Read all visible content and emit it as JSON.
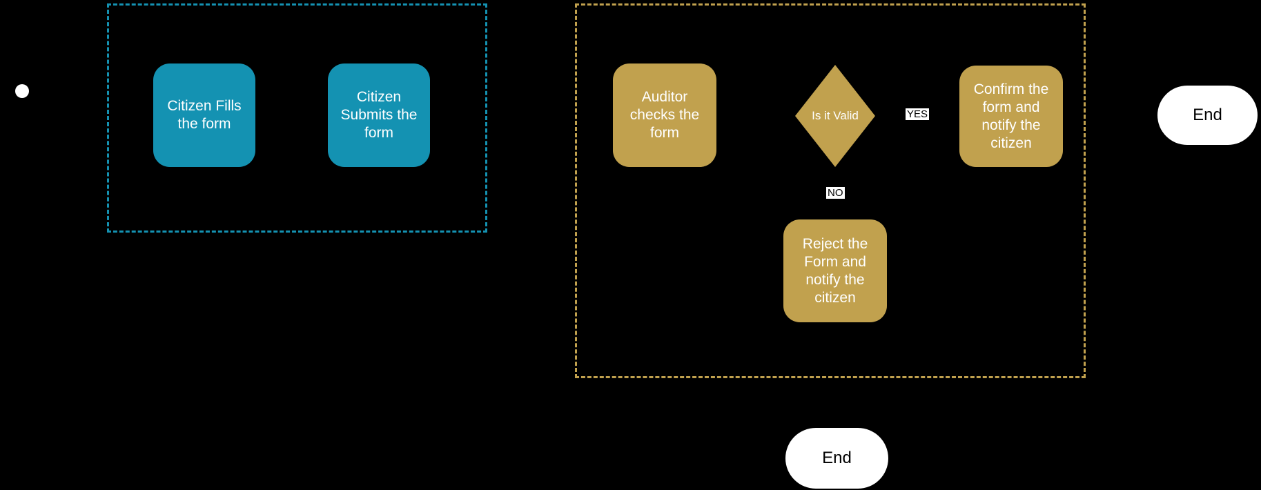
{
  "colors": {
    "citizen": "#1492B2",
    "auditor": "#C1A14E",
    "node-text": "#FFFFFF",
    "bg": "#000000",
    "end-fill": "#FFFFFF",
    "end-text": "#000000",
    "edge-label-bg": "#FFFFFF",
    "edge-label-text": "#000000"
  },
  "diagram": {
    "start": {
      "shape": "circle"
    },
    "citizen_group": {
      "fill_form": "Citizen Fills the form",
      "submit_form": "Citizen Submits the form"
    },
    "auditor_group": {
      "check_form": "Auditor checks the form",
      "decision": "Is it Valid",
      "yes_label": "YES",
      "no_label": "NO",
      "confirm": "Confirm the form and notify the citizen",
      "reject": "Reject the Form and notify the citizen"
    },
    "end_right": "End",
    "end_bottom": "End"
  }
}
